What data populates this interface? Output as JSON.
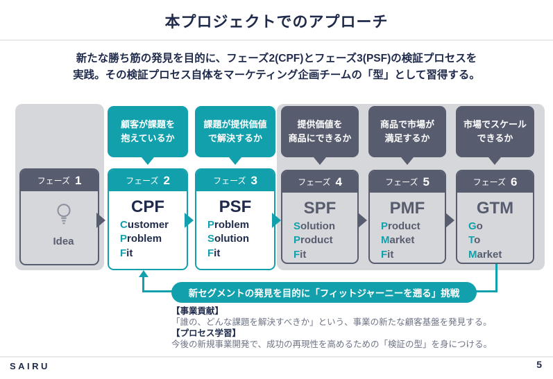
{
  "slide": {
    "title": "本プロジェクトでのアプローチ",
    "subtitle": [
      "新たな勝ち筋の発見を目的に、フェーズ2(CPF)とフェーズ3(PSF)の検証プロセスを",
      "実践。その検証プロセス自体をマーケティング企画チームの「型」として習得する。"
    ],
    "logo": "SAIRU",
    "page_number": "5"
  },
  "phases": [
    {
      "header_label": "フェーズ",
      "number": "1",
      "name": "Idea",
      "icon": "lightbulb-icon"
    },
    {
      "header_label": "フェーズ",
      "number": "2",
      "callout": [
        "顧客が課題を",
        "抱えているか"
      ],
      "acronym": "CPF",
      "words": [
        {
          "first": "C",
          "rest": "ustomer"
        },
        {
          "first": "P",
          "rest": "roblem"
        },
        {
          "first": "F",
          "rest": "it"
        }
      ]
    },
    {
      "header_label": "フェーズ",
      "number": "3",
      "callout": [
        "課題が提供価値",
        "で解決するか"
      ],
      "acronym": "PSF",
      "words": [
        {
          "first": "P",
          "rest": "roblem"
        },
        {
          "first": "S",
          "rest": "olution"
        },
        {
          "first": "F",
          "rest": "it"
        }
      ]
    },
    {
      "header_label": "フェーズ",
      "number": "4",
      "callout": [
        "提供価値を",
        "商品にできるか"
      ],
      "acronym": "SPF",
      "words": [
        {
          "first": "S",
          "rest": "olution"
        },
        {
          "first": "P",
          "rest": "roduct"
        },
        {
          "first": "F",
          "rest": "it"
        }
      ]
    },
    {
      "header_label": "フェーズ",
      "number": "5",
      "callout": [
        "商品で市場が",
        "満足するか"
      ],
      "acronym": "PMF",
      "words": [
        {
          "first": "P",
          "rest": "roduct"
        },
        {
          "first": "M",
          "rest": "arket"
        },
        {
          "first": "F",
          "rest": "it"
        }
      ]
    },
    {
      "header_label": "フェーズ",
      "number": "6",
      "callout": [
        "市場でスケール",
        "できるか"
      ],
      "acronym": "GTM",
      "words": [
        {
          "first": "G",
          "rest": "o"
        },
        {
          "first": "T",
          "rest": "o"
        },
        {
          "first": "M",
          "rest": "arket"
        }
      ]
    }
  ],
  "loopback": {
    "label": "新セグメントの発見を目的に「フィットジャーニーを遡る」挑戦"
  },
  "notes": [
    {
      "heading": "【事業貢献】",
      "body": "「誰の、どんな課題を解決すべきか」という、事業の新たな顧客基盤を発見する。"
    },
    {
      "heading": "【プロセス学習】",
      "body": "今後の新規事業開発で、成功の再現性を高めるための「検証の型」を身につける。"
    }
  ],
  "colors": {
    "teal": "#12A1AC",
    "slate": "#575C6E",
    "navy": "#1F2A4B",
    "panel_gray": "#D6D7DA",
    "note_gray": "#6E7485"
  }
}
